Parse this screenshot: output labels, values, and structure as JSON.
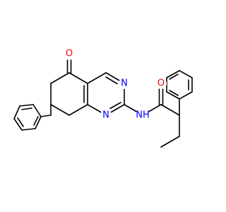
{
  "colors": {
    "background": "#ffffff",
    "bond": "#000000",
    "oxygen": "#ff0000",
    "nitrogen": "#0000ff"
  },
  "atom_labels": {
    "o_ketone": "O",
    "n_ring_upper": "N",
    "n_ring_lower": "N",
    "nh_amide": "NH",
    "o_amide": "O"
  }
}
